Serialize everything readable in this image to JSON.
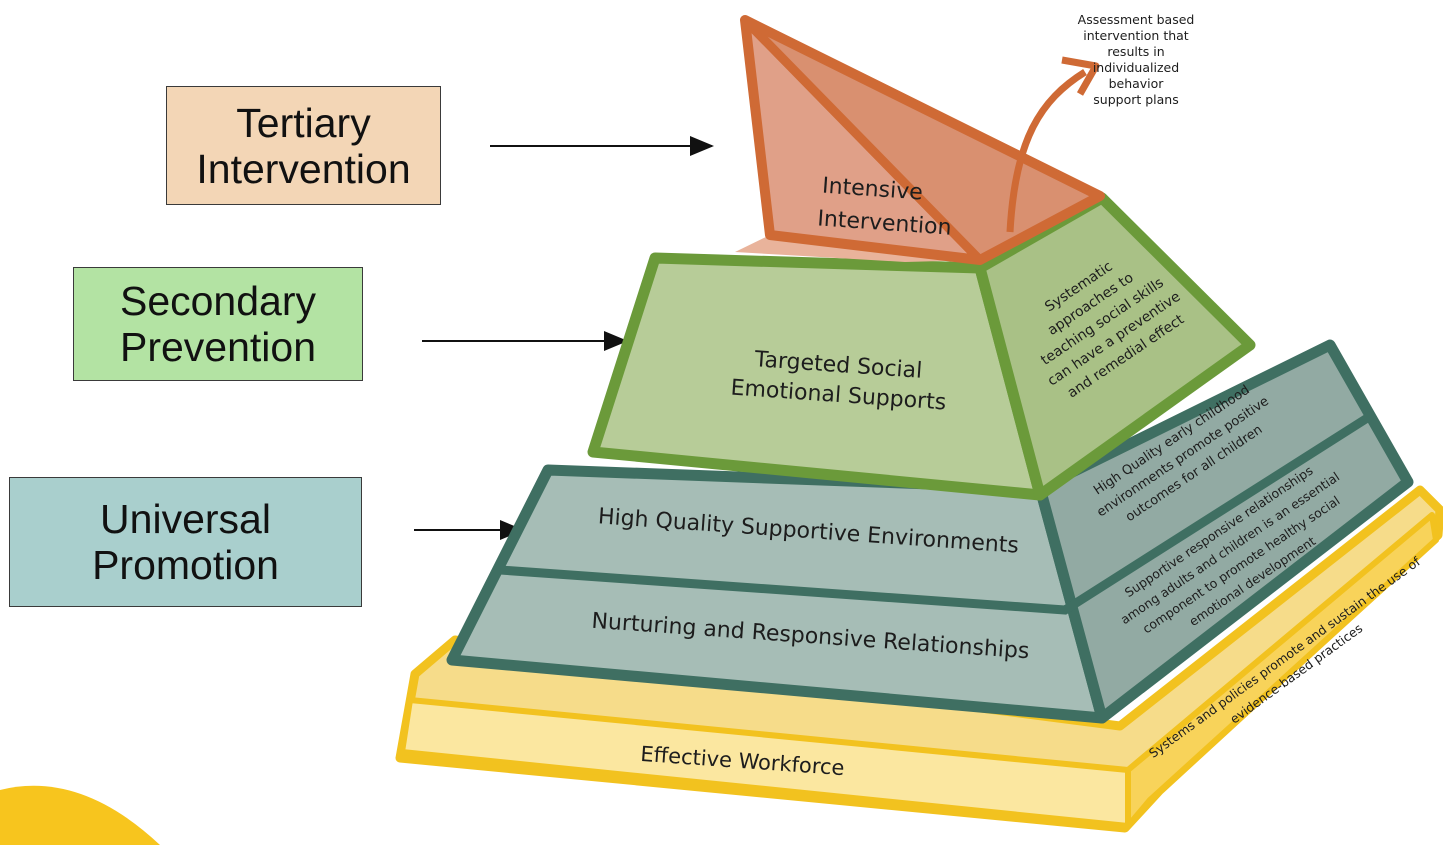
{
  "tiers": {
    "tertiary": {
      "line1": "Tertiary",
      "line2": "Intervention",
      "color": "#f3d6b6"
    },
    "secondary": {
      "line1": "Secondary",
      "line2": "Prevention",
      "color": "#b3e3a3"
    },
    "universal": {
      "line1": "Universal",
      "line2": "Promotion",
      "color": "#a9cfcd"
    }
  },
  "pyramid": {
    "top": {
      "line1": "Intensive",
      "line2": "Intervention",
      "color": "#e0a088",
      "border": "#cf6a35"
    },
    "middle": {
      "line1": "Targeted Social",
      "line2": "Emotional Supports",
      "color": "#b7cc98",
      "border": "#6b9a3a"
    },
    "environments": {
      "label": "High Quality Supportive Environments",
      "color": "#a6bdb6",
      "border": "#3f6f62"
    },
    "relationships": {
      "label": "Nurturing and Responsive Relationships",
      "color": "#a6bdb6"
    },
    "base": {
      "label": "Effective Workforce",
      "color": "#f6dc8a",
      "border": "#f2c21f"
    }
  },
  "side_notes": {
    "top_callout": [
      "Assessment based",
      "intervention that",
      "results in",
      "individualized",
      "behavior",
      "support plans"
    ],
    "middle": [
      "Systematic",
      "approaches to",
      "teaching social skills",
      "can have a preventive",
      "and remedial effect"
    ],
    "environments": [
      "High Quality early childhood",
      "environments promote positive",
      "outcomes for all children"
    ],
    "relationships": [
      "Supportive responsive relationships",
      "among adults and children is an essential",
      "component to promote healthy social",
      "emotional development"
    ],
    "base": [
      "Systems and policies promote and sustain the use of",
      "evidence-based practices"
    ]
  }
}
